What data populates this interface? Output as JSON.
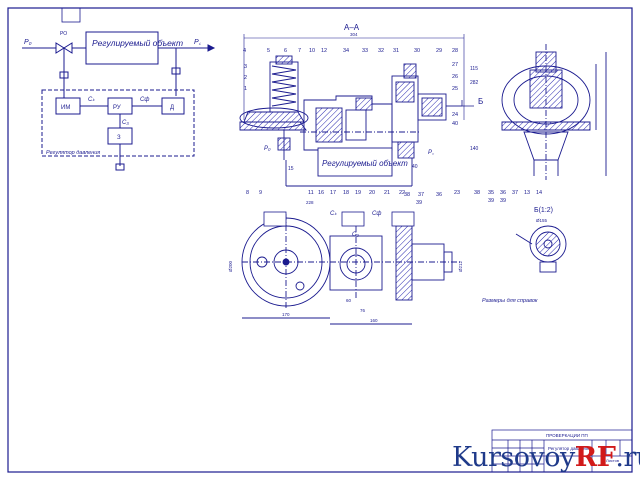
{
  "scheme": {
    "regulated_object": "Регулируемый объект",
    "p0": "Р₀",
    "pc": "Р꜀",
    "block_im": "ИМ",
    "block_ru": "РУ",
    "block_d": "Д",
    "block_z": "З",
    "signal_ck": "Сₖ",
    "signal_cf": "Сф",
    "signal_cz": "С₃",
    "regulator_label": "Регулятор давления",
    "valve_label": "РО"
  },
  "section": {
    "title": "А–А",
    "view_b": "Б",
    "view_b12": "Б(1:2)",
    "overall_dim": "304",
    "object_label": "Регулируемый объект",
    "p0": "Р₀",
    "pc": "Р꜀",
    "top_callouts": [
      "4",
      "5",
      "6",
      "7",
      "10",
      "12",
      "34",
      "33",
      "32",
      "31",
      "30",
      "29",
      "28"
    ],
    "left_callouts": [
      "3",
      "2",
      "1"
    ],
    "right_callouts": [
      "27",
      "26",
      "25",
      "24",
      "40"
    ],
    "bottom_callouts": [
      "8",
      "9",
      "11",
      "16",
      "17",
      "18",
      "19",
      "20",
      "21",
      "22",
      "23"
    ],
    "side_callouts": [
      "38",
      "35",
      "36",
      "37",
      "13",
      "14"
    ],
    "side_extra": [
      "39",
      "39"
    ],
    "dims_vertical": [
      "115",
      "282",
      "140",
      "15",
      "40"
    ]
  },
  "plan": {
    "ck": "Сₖ",
    "cf": "Сф",
    "cz": "С₃",
    "dims": [
      "Ø200",
      "Ø212",
      "170",
      "160",
      "60",
      "76",
      "228",
      "Ø155"
    ],
    "note": "Размеры для справок",
    "callouts": [
      "39",
      "36",
      "37",
      "38"
    ]
  },
  "title_block": {
    "doc_code": "ПРОВЕРКАЦИИ ПП",
    "name": "Регулятор давления",
    "sheet": "Листов"
  },
  "watermark": {
    "part1": "Kursovoy",
    "part2": "RF",
    "part3": ".ru"
  },
  "colors": {
    "line": "#1b1b8f",
    "hatch": "#2a2ab0",
    "watermark_blue": "#1f3a8a",
    "watermark_red": "#d11a1a"
  }
}
